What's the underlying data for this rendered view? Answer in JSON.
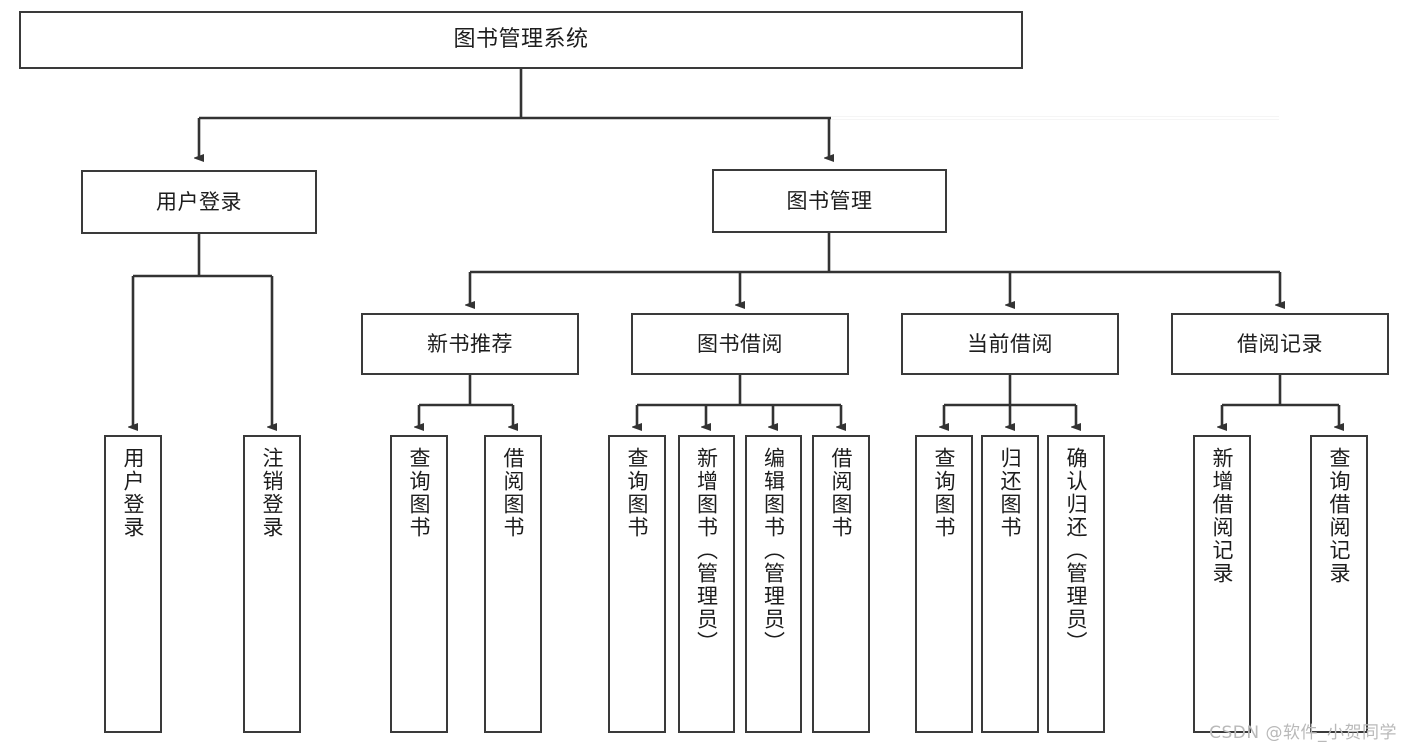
{
  "diagram": {
    "title_box": {
      "label": "图书管理系统"
    },
    "level2": [
      {
        "id": "user-login",
        "label": "用户登录"
      },
      {
        "id": "book-management",
        "label": "图书管理"
      }
    ],
    "level3": [
      {
        "id": "new-book-recommend",
        "label": "新书推荐"
      },
      {
        "id": "book-borrow",
        "label": "图书借阅"
      },
      {
        "id": "current-borrow",
        "label": "当前借阅"
      },
      {
        "id": "borrow-record",
        "label": "借阅记录"
      }
    ],
    "leaves": [
      {
        "id": "leaf-user-login",
        "label": "用户登录",
        "parent": "user-login"
      },
      {
        "id": "leaf-logout-login",
        "label": "注销登录",
        "parent": "user-login"
      },
      {
        "id": "leaf-query-book-1",
        "label": "查询图书",
        "parent": "new-book-recommend"
      },
      {
        "id": "leaf-borrow-book-1",
        "label": "借阅图书",
        "parent": "new-book-recommend"
      },
      {
        "id": "leaf-query-book-2",
        "label": "查询图书",
        "parent": "book-borrow"
      },
      {
        "id": "leaf-add-book",
        "label": "新增图书（管理员）",
        "parent": "book-borrow"
      },
      {
        "id": "leaf-edit-book",
        "label": "编辑图书（管理员）",
        "parent": "book-borrow"
      },
      {
        "id": "leaf-borrow-book-2",
        "label": "借阅图书",
        "parent": "book-borrow"
      },
      {
        "id": "leaf-query-book-3",
        "label": "查询图书",
        "parent": "current-borrow"
      },
      {
        "id": "leaf-return-book",
        "label": "归还图书",
        "parent": "current-borrow"
      },
      {
        "id": "leaf-confirm-return",
        "label": "确认归还（管理员）",
        "parent": "current-borrow"
      },
      {
        "id": "leaf-add-record",
        "label": "新增借阅记录",
        "parent": "borrow-record"
      },
      {
        "id": "leaf-query-record",
        "label": "查询借阅记录",
        "parent": "borrow-record"
      }
    ],
    "watermark": "CSDN @软件_小贺同学",
    "colors": {
      "box_border": "#3a3a3a",
      "line": "#333333",
      "text": "#1d1d1d",
      "background": "#ffffff",
      "watermark": "#b9b9b9"
    }
  }
}
